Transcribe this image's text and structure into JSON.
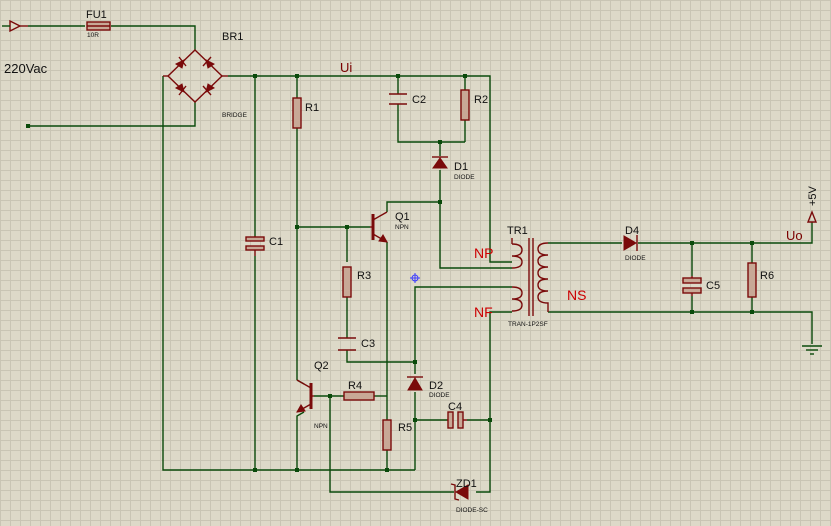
{
  "labels": {
    "input": "220Vac",
    "fu1": "FU1",
    "fu1_val": "10R",
    "br1": "BR1",
    "br1_val": "BRIDGE",
    "ui": "Ui",
    "r1": "R1",
    "r2": "R2",
    "r3": "R3",
    "r4": "R4",
    "r5": "R5",
    "r6": "R6",
    "c1": "C1",
    "c2": "C2",
    "c3": "C3",
    "c4": "C4",
    "c5": "C5",
    "d1": "D1",
    "d1_val": "DIODE",
    "d2": "D2",
    "d2_val": "DIODE",
    "d4": "D4",
    "d4_val": "DIODE",
    "zd1": "ZD1",
    "zd1_val": "DIODE-SC",
    "q1": "Q1",
    "q1_val": "NPN",
    "q2": "Q2",
    "q2_val": "NPN",
    "tr1": "TR1",
    "tr1_val": "TRAN-1P2SF",
    "np": "NP",
    "nf": "NF",
    "ns": "NS",
    "uo": "Uo",
    "vout": "+5V"
  },
  "colors": {
    "background": "#ddd9c8",
    "grid": "#c9c5b4",
    "wire": "#0a4a0a",
    "component": "#7a0a0a",
    "resistor_fill": "#c8a896",
    "winding_label": "#cc0000"
  }
}
